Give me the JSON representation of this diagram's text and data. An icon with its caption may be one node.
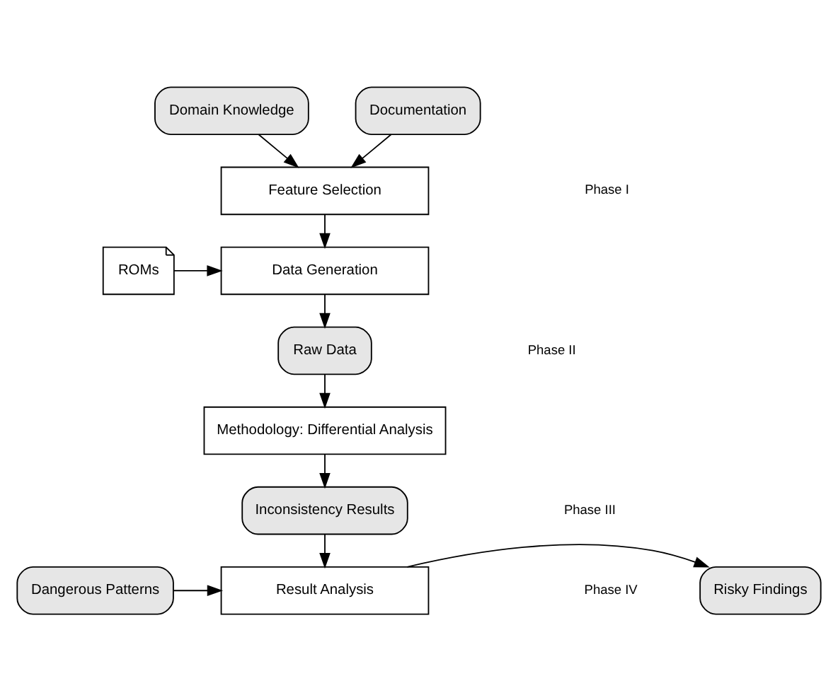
{
  "diagram": {
    "nodes": [
      {
        "text": [
          "Domain Knowledge"
        ]
      },
      {
        "text": [
          "Documentation"
        ]
      },
      {
        "text": [
          "Feature Selection"
        ]
      },
      {
        "text": [
          "ROMs"
        ]
      },
      {
        "text": [
          "Data Generation"
        ]
      },
      {
        "text": [
          "Raw Data"
        ]
      },
      {
        "text": [
          "Methodology: Differential Analysis"
        ]
      },
      {
        "text": [
          "Inconsistency Results"
        ]
      },
      {
        "text": [
          "Dangerous Patterns"
        ]
      },
      {
        "text": [
          "Result Analysis"
        ]
      },
      {
        "text": [
          "Risky Findings"
        ]
      }
    ],
    "edges": [
      {
        "from": 0,
        "to": 2,
        "arrow": "to"
      },
      {
        "from": 1,
        "to": 2,
        "arrow": "to"
      },
      {
        "from": 2,
        "to": 4,
        "arrow": "to"
      },
      {
        "from": 3,
        "to": 4,
        "arrow": "to"
      },
      {
        "from": 4,
        "to": 5,
        "arrow": "to"
      },
      {
        "from": 5,
        "to": 6,
        "arrow": "to"
      },
      {
        "from": 6,
        "to": 7,
        "arrow": "to"
      },
      {
        "from": 7,
        "to": 9,
        "arrow": "to"
      },
      {
        "from": 8,
        "to": 9,
        "arrow": "to"
      },
      {
        "from": 9,
        "to": 10,
        "arrow": "to"
      }
    ],
    "labels": [
      "Phase I",
      "Phase II",
      "Phase III",
      "Phase IV"
    ]
  }
}
